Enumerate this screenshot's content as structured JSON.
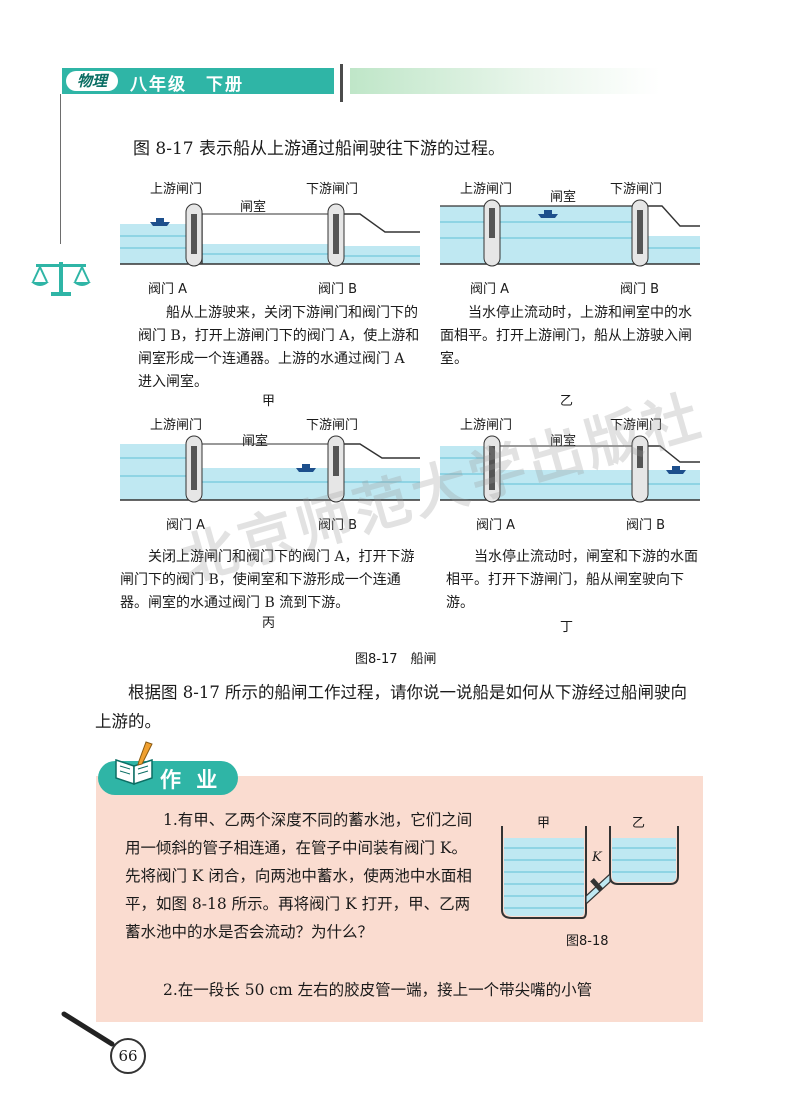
{
  "header": {
    "subject": "物理",
    "grade": "八年级　下册"
  },
  "intro": "图 8-17 表示船从上游通过船闸驶往下游的过程。",
  "panels": {
    "jia": {
      "upstream_gate": "上游闸门",
      "downstream_gate": "下游闸门",
      "chamber": "闸室",
      "valve_a": "阀门 A",
      "valve_b": "阀门 B",
      "desc": "船从上游驶来，关闭下游闸门和阀门下的阀门 B，打开上游闸门下的阀门 A，使上游和闸室形成一个连通器。上游的水通过阀门 A 进入闸室。",
      "label": "甲"
    },
    "yi": {
      "upstream_gate": "上游闸门",
      "downstream_gate": "下游闸门",
      "chamber": "闸室",
      "valve_a": "阀门 A",
      "valve_b": "阀门 B",
      "desc": "当水停止流动时，上游和闸室中的水面相平。打开上游闸门，船从上游驶入闸室。",
      "label": "乙"
    },
    "bing": {
      "upstream_gate": "上游闸门",
      "downstream_gate": "下游闸门",
      "chamber": "闸室",
      "valve_a": "阀门 A",
      "valve_b": "阀门 B",
      "desc": "关闭上游闸门和阀门下的阀门 A，打开下游闸门下的阀门 B，使闸室和下游形成一个连通器。闸室的水通过阀门 B 流到下游。",
      "label": "丙"
    },
    "ding": {
      "upstream_gate": "上游闸门",
      "downstream_gate": "下游闸门",
      "chamber": "闸室",
      "valve_a": "阀门 A",
      "valve_b": "阀门 B",
      "desc": "当水停止流动时，闸室和下游的水面相平。打开下游闸门，船从闸室驶向下游。",
      "label": "丁"
    }
  },
  "figure_caption": "图8-17　船闸",
  "question": "根据图 8-17 所示的船闸工作过程，请你说一说船是如何从下游经过船闸驶向上游的。",
  "homework": {
    "title": "作 业",
    "q1": "1.有甲、乙两个深度不同的蓄水池，它们之间用一倾斜的管子相连通，在管子中间装有阀门 K。先将阀门 K 闭合，向两池中蓄水，使两池中水面相平，如图 8-18 所示。再将阀门 K 打开，甲、乙两蓄水池中的水是否会流动？为什么？",
    "q2": "2.在一段长 50 cm 左右的胶皮管一端，接上一个带尖嘴的小管",
    "fig": {
      "left_label": "甲",
      "right_label": "乙",
      "valve": "K",
      "caption": "图8-18"
    }
  },
  "page_number": "66",
  "watermark": "北京师范大学出版社",
  "colors": {
    "teal": "#2fb5a6",
    "water": "#bfe8f2",
    "homework_bg": "#fadcd0"
  }
}
